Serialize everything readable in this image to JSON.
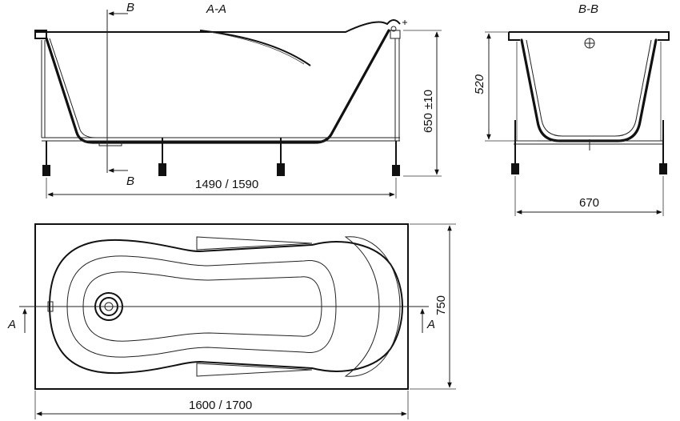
{
  "section_aa": {
    "title": "A-A",
    "cut_label_top": "B",
    "cut_label_bottom": "B",
    "length_dim": "1490 / 1590",
    "height_dim": "650 ±10"
  },
  "section_bb": {
    "title": "B-B",
    "depth_dim": "520",
    "width_dim": "670"
  },
  "plan_view": {
    "cut_label_left": "A",
    "cut_label_right": "A",
    "length_dim": "1600 / 1700",
    "width_dim": "750"
  }
}
